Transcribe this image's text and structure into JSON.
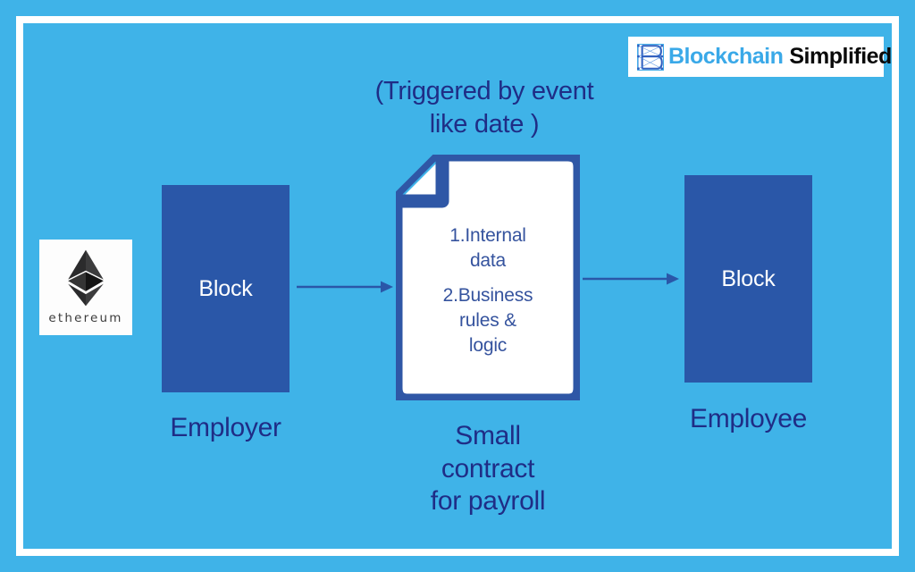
{
  "canvas": {
    "background_color": "#3fb3e8",
    "frame_color": "#ffffff"
  },
  "logo": {
    "mark_name": "blockchain-mesh-b-icon",
    "word_primary": "Blockchain",
    "word_secondary": "Simplified",
    "primary_color": "#3aa9e8",
    "secondary_color": "#0a0a0a",
    "badge_background": "#ffffff"
  },
  "heading": {
    "line1": "(Triggered by event",
    "line2": "like date )",
    "color": "#1f2d86"
  },
  "ethereum": {
    "wordmark": "ethereum",
    "icon_name": "ethereum-diamond-icon",
    "tile_background": "#fdfdfd"
  },
  "flow": {
    "employer": {
      "block_label": "Block",
      "caption": "Employer",
      "block_color": "#2a57a8",
      "label_color": "#ffffff",
      "caption_color": "#1f2d86"
    },
    "contract": {
      "icon_name": "document-folded-corner-icon",
      "border_color": "#2f57a6",
      "paper_color": "#ffffff",
      "text_color": "#35539e",
      "items": [
        "1.Internal",
        "data",
        "2.Business",
        "rules &",
        "logic"
      ],
      "caption_line1": "Small",
      "caption_line2": "contract",
      "caption_line3": "for payroll",
      "caption_color": "#1f2d86"
    },
    "employee": {
      "block_label": "Block",
      "caption": "Employee",
      "block_color": "#2a57a8",
      "label_color": "#ffffff",
      "caption_color": "#1f2d86"
    },
    "arrows": [
      {
        "name": "arrow-employer-to-contract",
        "color": "#2a57a8"
      },
      {
        "name": "arrow-contract-to-employee",
        "color": "#2a57a8"
      }
    ]
  }
}
